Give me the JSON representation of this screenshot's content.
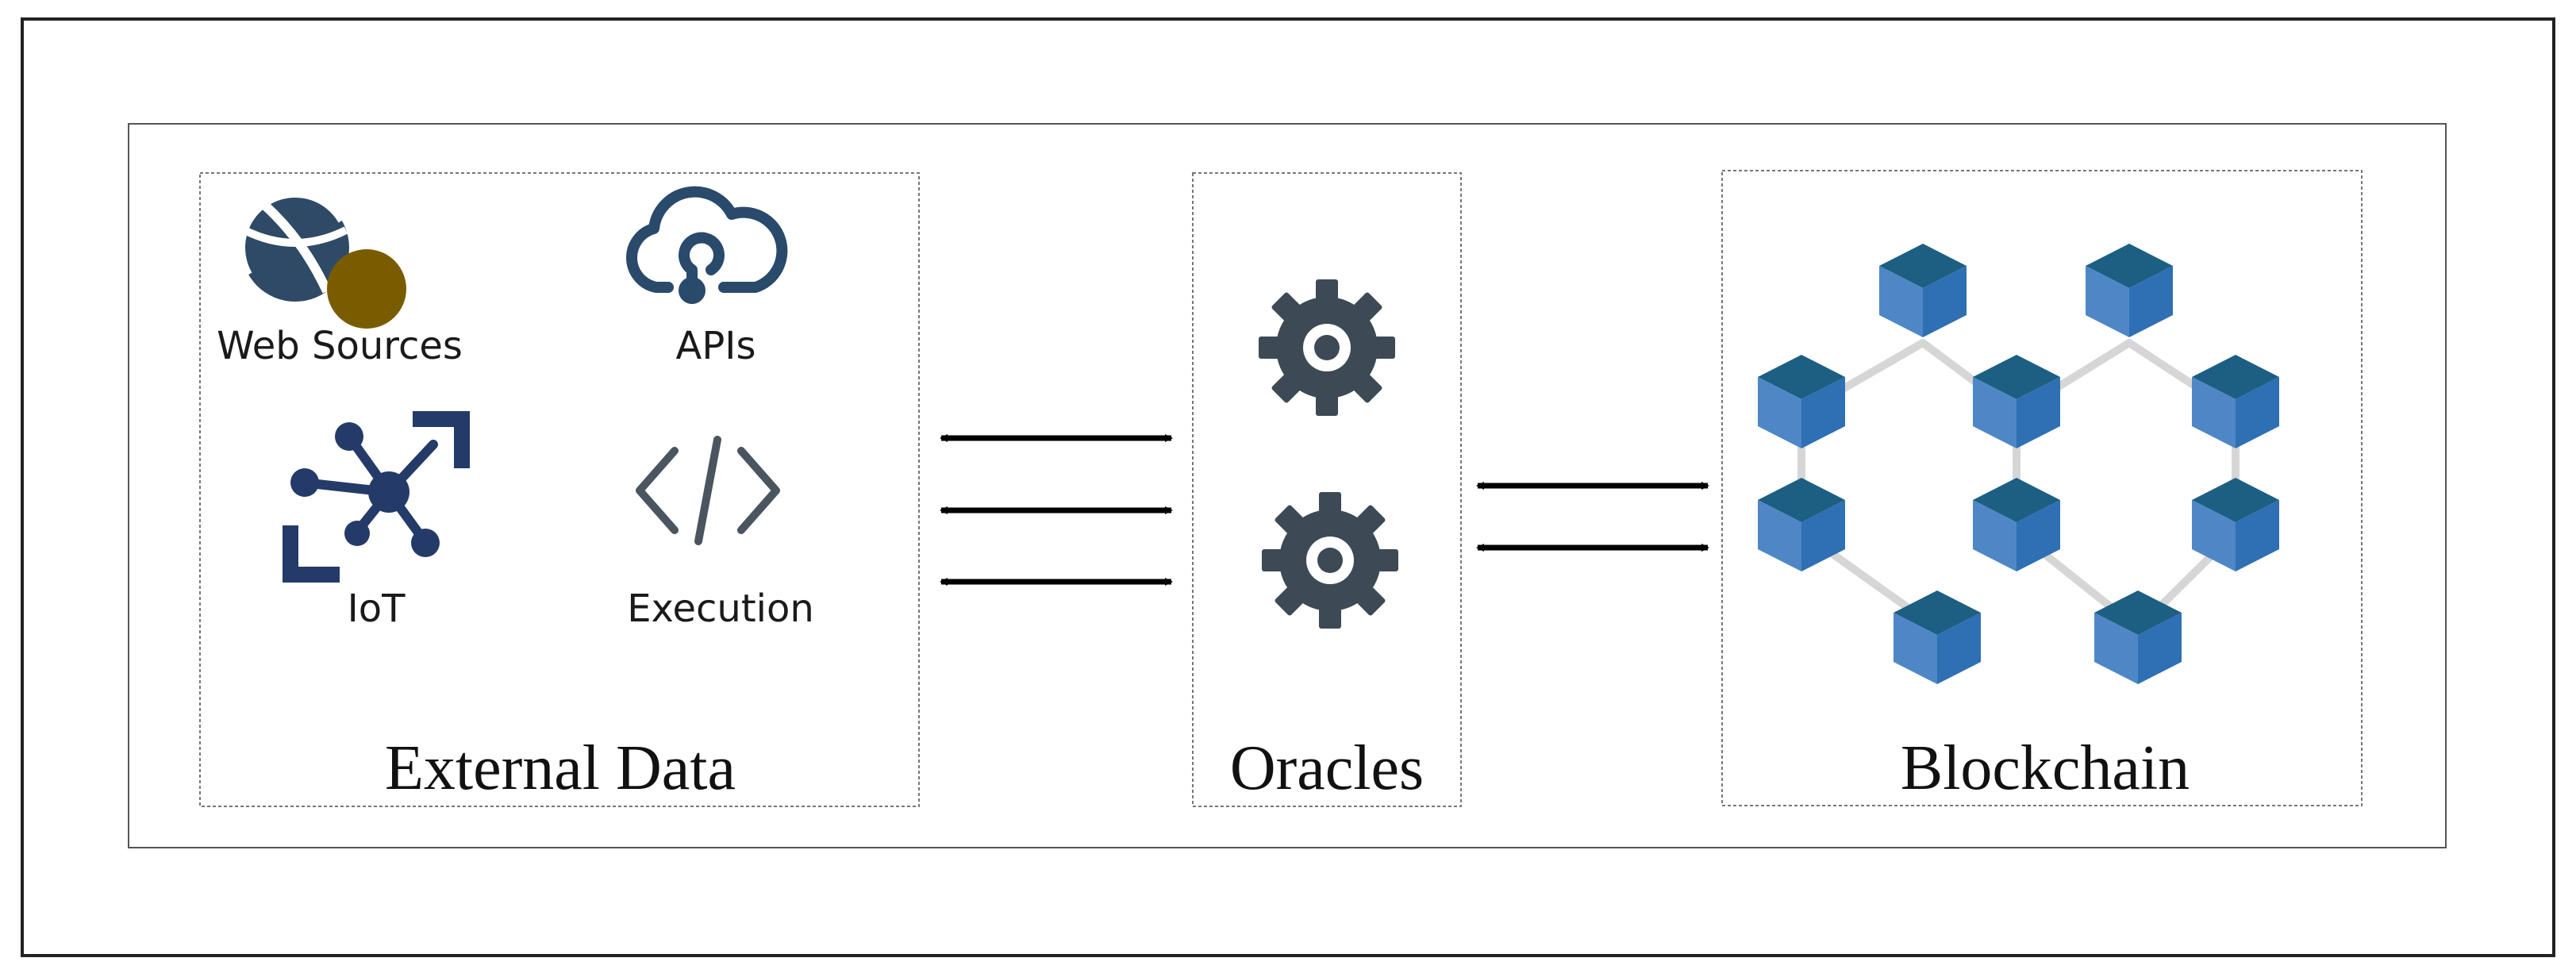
{
  "groups": {
    "external_data": {
      "title": "External Data",
      "items": {
        "web_sources": "Web Sources",
        "apis": "APIs",
        "iot": "IoT",
        "execution": "Execution"
      }
    },
    "oracles": {
      "title": "Oracles"
    },
    "blockchain": {
      "title": "Blockchain"
    }
  },
  "colors": {
    "frame": "#222222",
    "icon_dark": "#2a4a6b",
    "globe_dark": "#2f4a66",
    "globe_badge": "#7a5c00",
    "iot_dark": "#243a68",
    "code_gray": "#4a5560",
    "gear": "#3d4a55",
    "block_top": "#1d5f82",
    "block_left": "#4f87c6",
    "block_right": "#2f6fb4",
    "link": "#d6d6d6",
    "arrow": "#000000"
  },
  "icons": {
    "web_sources": "globe-icon",
    "apis": "cloud-api-icon",
    "iot": "iot-hub-icon",
    "execution": "code-brackets-icon",
    "oracle": "gear-icon",
    "block": "cube-icon"
  }
}
